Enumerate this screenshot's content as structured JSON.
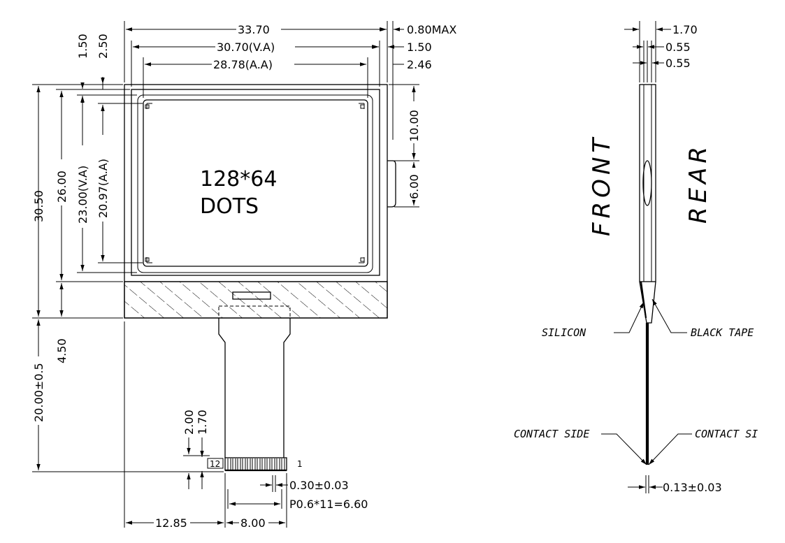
{
  "front_view": {
    "display_label_line1": "128*64",
    "display_label_line2": "DOTS",
    "dim_width_outer": "33.70",
    "dim_va_width": "30.70(V.A)",
    "dim_aa_width": "28.78(A.A)",
    "dim_thickness_max": "0.80MAX",
    "dim_right_margin_va": "1.50",
    "dim_right_margin_aa": "2.46",
    "dim_top_margin_va": "1.50",
    "dim_top_margin_aa": "2.50",
    "dim_height_total": "30.50",
    "dim_height_glass": "26.00",
    "dim_va_height": "23.00(V.A)",
    "dim_aa_height": "20.97(A.A)",
    "dim_fpc_tab_offset": "10.00",
    "dim_fpc_tab_width": "6.00",
    "dim_bottom_strip": "4.50",
    "dim_fpc_length": "20.00±0.5",
    "dim_pad_len_1": "2.00",
    "dim_pad_len_2": "1.70",
    "pin_first": "12",
    "pin_last": "1",
    "dim_pin_width": "0.30±0.03",
    "dim_pin_pitch": "P0.6*11=6.60",
    "dim_fpc_offset": "12.85",
    "dim_fpc_width": "8.00"
  },
  "side_view": {
    "dim_total_thickness": "1.70",
    "dim_layer_1": "0.55",
    "dim_layer_2": "0.55",
    "label_front": "FRONT",
    "label_rear": "REAR",
    "label_silicon": "SILICON",
    "label_black_tape": "BLACK TAPE",
    "label_contact_side_left": "CONTACT SIDE",
    "label_contact_side_right": "CONTACT SI",
    "dim_fpc_thickness": "0.13±0.03"
  }
}
